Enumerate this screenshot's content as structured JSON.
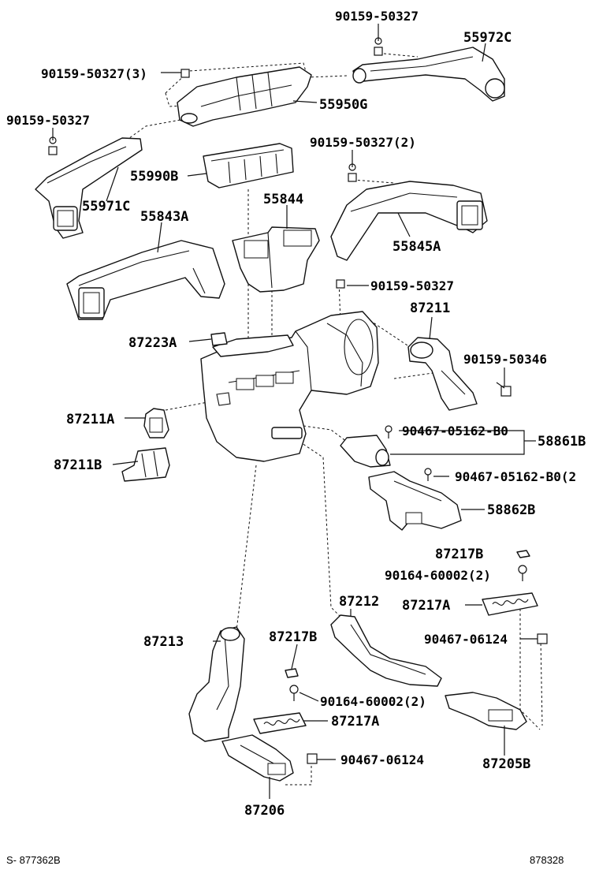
{
  "labels": {
    "p90159_50327_top": "90159-50327",
    "p55972C": "55972C",
    "p90159_50327_3": "90159-50327(3)",
    "p55950G": "55950G",
    "p90159_50327_left": "90159-50327",
    "p90159_50327_2": "90159-50327(2)",
    "p55990B": "55990B",
    "p55971C": "55971C",
    "p55843A": "55843A",
    "p55844": "55844",
    "p55845A": "55845A",
    "p90159_50327_mid": "90159-50327",
    "p87211": "87211",
    "p87223A": "87223A",
    "p90159_50346": "90159-50346",
    "p87211A": "87211A",
    "p90467_05162_B0_a": "90467-05162-B0",
    "p58861B": "58861B",
    "p87211B": "87211B",
    "p90467_05162_B0_2": "90467-05162-B0(2",
    "p58862B": "58862B",
    "p87217B_right": "87217B",
    "p90164_60002_2_right": "90164-60002(2)",
    "p87212": "87212",
    "p87217A_right": "87217A",
    "p90467_06124_right": "90467-06124",
    "p87213": "87213",
    "p87217B_left": "87217B",
    "p90164_60002_2_left": "90164-60002(2)",
    "p87217A_left": "87217A",
    "p87205B": "87205B",
    "p90467_06124_left": "90467-06124",
    "p87206": "87206"
  },
  "footer": {
    "left_code": "S- 877362B",
    "right_code": "878328"
  }
}
